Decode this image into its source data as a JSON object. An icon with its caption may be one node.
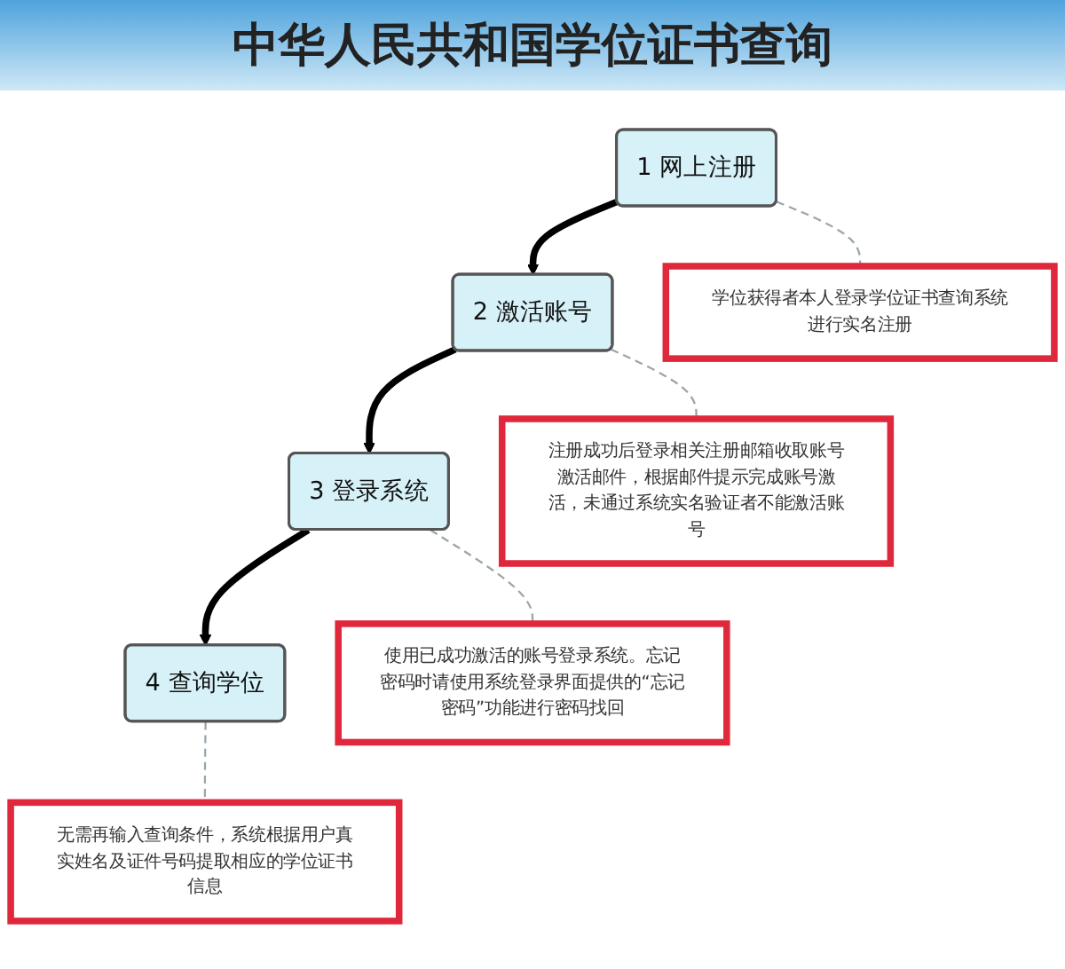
{
  "diagram": {
    "title": "中华人民共和国学位证书查询",
    "nodes": [
      {
        "text": [
          "1 网上注册"
        ]
      },
      {
        "text": [
          "2 激活账号"
        ]
      },
      {
        "text": [
          "3 登录系统"
        ]
      },
      {
        "text": [
          "4 查询学位"
        ]
      },
      {
        "text": [
          "学位获得者本人登录学位证书查询系统进行实名注册"
        ]
      },
      {
        "text": [
          "注册成功后登录相关注册邮箱收取账号激活邮件，根据邮件提示完成账号激活，未通过系统实名验证者不能激活账号"
        ]
      },
      {
        "text": [
          "使用已成功激活的账号登录系统。忘记密码时请使用系统登录界面提供的“忘记密码”功能进行密码找回"
        ]
      },
      {
        "text": [
          "无需再输入查询条件，系统根据用户真实姓名及证件号码提取相应的学位证书信息"
        ]
      }
    ],
    "edges": [
      {
        "from": 0,
        "to": 1,
        "arrow": "to",
        "style": "thick",
        "color": "#000000"
      },
      {
        "from": 1,
        "to": 2,
        "arrow": "to",
        "style": "thick",
        "color": "#000000"
      },
      {
        "from": 2,
        "to": 3,
        "arrow": "to",
        "style": "thick",
        "color": "#000000"
      },
      {
        "from": 0,
        "to": 4,
        "arrow": "none",
        "style": "dashed"
      },
      {
        "from": 1,
        "to": 5,
        "arrow": "none",
        "style": "dashed"
      },
      {
        "from": 2,
        "to": 6,
        "arrow": "none",
        "style": "dashed"
      },
      {
        "from": 3,
        "to": 7,
        "arrow": "none",
        "style": "dashed"
      }
    ]
  }
}
